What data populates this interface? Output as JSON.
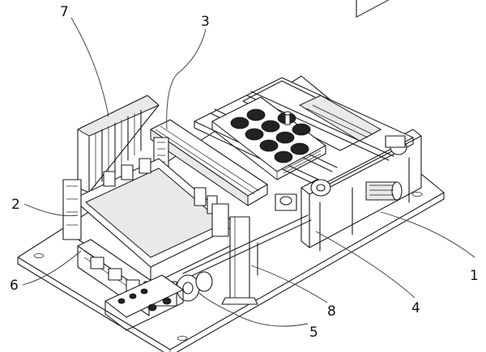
{
  "callouts": [
    {
      "id": "1",
      "label": "1"
    },
    {
      "id": "2",
      "label": "2"
    },
    {
      "id": "3",
      "label": "3"
    },
    {
      "id": "4",
      "label": "4"
    },
    {
      "id": "5",
      "label": "5"
    },
    {
      "id": "6",
      "label": "6"
    },
    {
      "id": "7",
      "label": "7"
    },
    {
      "id": "8",
      "label": "8"
    }
  ]
}
